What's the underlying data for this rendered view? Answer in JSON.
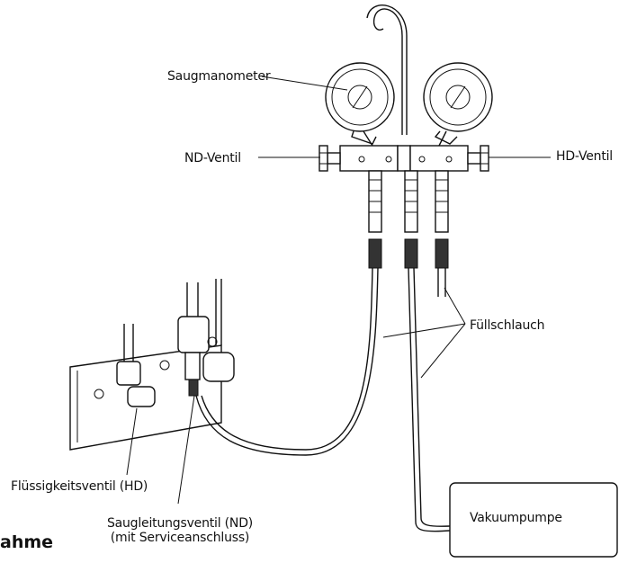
{
  "labels": {
    "suction_gauge": "Saugmanometer",
    "lp_valve": "ND-Ventil",
    "hp_valve": "HD-Ventil",
    "fill_hose": "Füllschlauch",
    "liquid_valve": "Flüssigkeitsventil (HD)",
    "suction_valve_line1": "Saugleitungsventil (ND)",
    "suction_valve_line2": "(mit Serviceanschluss)",
    "vacuum_pump": "Vakuumpumpe",
    "section_heading_fragment": "ahme"
  }
}
